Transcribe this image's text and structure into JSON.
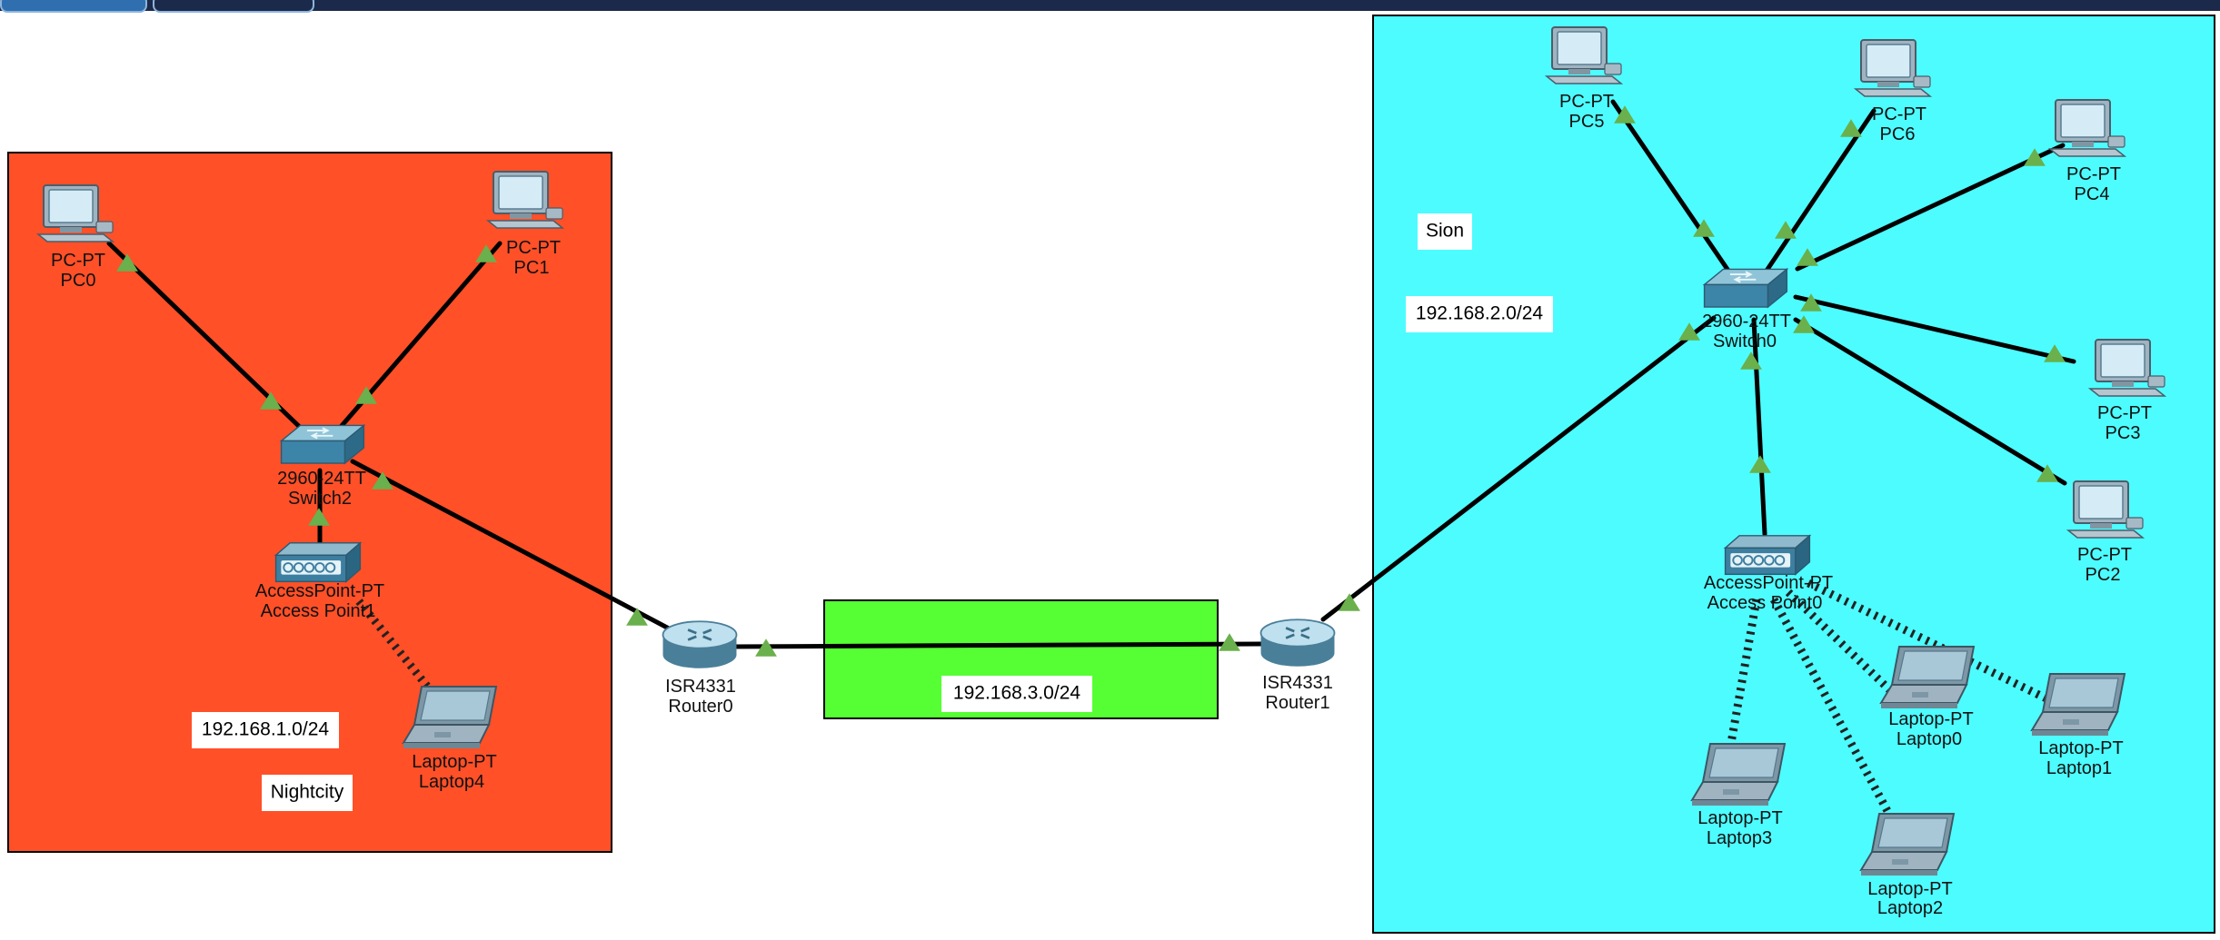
{
  "colors": {
    "nightcity_area": "#ff5028",
    "sion_area": "#4dfcff",
    "wan_area": "#55ff33",
    "link": "#000000",
    "port_up": "#6ab04c"
  },
  "areas": {
    "nightcity": {
      "label": "Nightcity",
      "subnet": "192.168.1.0/24"
    },
    "sion": {
      "label": "Sion",
      "subnet": "192.168.2.0/24"
    },
    "wan": {
      "subnet": "192.168.3.0/24"
    }
  },
  "devices": {
    "pc0": {
      "model": "PC-PT",
      "name": "PC0",
      "icon": "pc-icon"
    },
    "pc1": {
      "model": "PC-PT",
      "name": "PC1",
      "icon": "pc-icon"
    },
    "switch2": {
      "model": "2960-24TT",
      "name": "Switch2",
      "icon": "switch-icon"
    },
    "ap1": {
      "model": "AccessPoint-PT",
      "name": "Access Point1",
      "icon": "access-point-icon"
    },
    "laptop4": {
      "model": "Laptop-PT",
      "name": "Laptop4",
      "icon": "laptop-icon"
    },
    "router0": {
      "model": "ISR4331",
      "name": "Router0",
      "icon": "router-icon"
    },
    "router1": {
      "model": "ISR4331",
      "name": "Router1",
      "icon": "router-icon"
    },
    "switch0": {
      "model": "2960-24TT",
      "name": "Switch0",
      "icon": "switch-icon"
    },
    "pc5": {
      "model": "PC-PT",
      "name": "PC5",
      "icon": "pc-icon"
    },
    "pc6": {
      "model": "PC-PT",
      "name": "PC6",
      "icon": "pc-icon"
    },
    "pc4": {
      "model": "PC-PT",
      "name": "PC4",
      "icon": "pc-icon"
    },
    "pc3": {
      "model": "PC-PT",
      "name": "PC3",
      "icon": "pc-icon"
    },
    "pc2": {
      "model": "PC-PT",
      "name": "PC2",
      "icon": "pc-icon"
    },
    "ap0": {
      "model": "AccessPoint-PT",
      "name": "Access Point0",
      "icon": "access-point-icon"
    },
    "laptop0": {
      "model": "Laptop-PT",
      "name": "Laptop0",
      "icon": "laptop-icon"
    },
    "laptop1": {
      "model": "Laptop-PT",
      "name": "Laptop1",
      "icon": "laptop-icon"
    },
    "laptop2": {
      "model": "Laptop-PT",
      "name": "Laptop2",
      "icon": "laptop-icon"
    },
    "laptop3": {
      "model": "Laptop-PT",
      "name": "Laptop3",
      "icon": "laptop-icon"
    }
  },
  "links": [
    {
      "from": "pc0",
      "to": "switch2",
      "type": "wired"
    },
    {
      "from": "pc1",
      "to": "switch2",
      "type": "wired"
    },
    {
      "from": "ap1",
      "to": "switch2",
      "type": "wired"
    },
    {
      "from": "switch2",
      "to": "router0",
      "type": "wired"
    },
    {
      "from": "router0",
      "to": "router1",
      "type": "wired"
    },
    {
      "from": "router1",
      "to": "switch0",
      "type": "wired"
    },
    {
      "from": "pc5",
      "to": "switch0",
      "type": "wired"
    },
    {
      "from": "pc6",
      "to": "switch0",
      "type": "wired"
    },
    {
      "from": "pc4",
      "to": "switch0",
      "type": "wired"
    },
    {
      "from": "pc3",
      "to": "switch0",
      "type": "wired"
    },
    {
      "from": "pc2",
      "to": "switch0",
      "type": "wired"
    },
    {
      "from": "ap0",
      "to": "switch0",
      "type": "wired"
    },
    {
      "from": "ap1",
      "to": "laptop4",
      "type": "wireless"
    },
    {
      "from": "ap0",
      "to": "laptop0",
      "type": "wireless"
    },
    {
      "from": "ap0",
      "to": "laptop1",
      "type": "wireless"
    },
    {
      "from": "ap0",
      "to": "laptop2",
      "type": "wireless"
    },
    {
      "from": "ap0",
      "to": "laptop3",
      "type": "wireless"
    }
  ]
}
